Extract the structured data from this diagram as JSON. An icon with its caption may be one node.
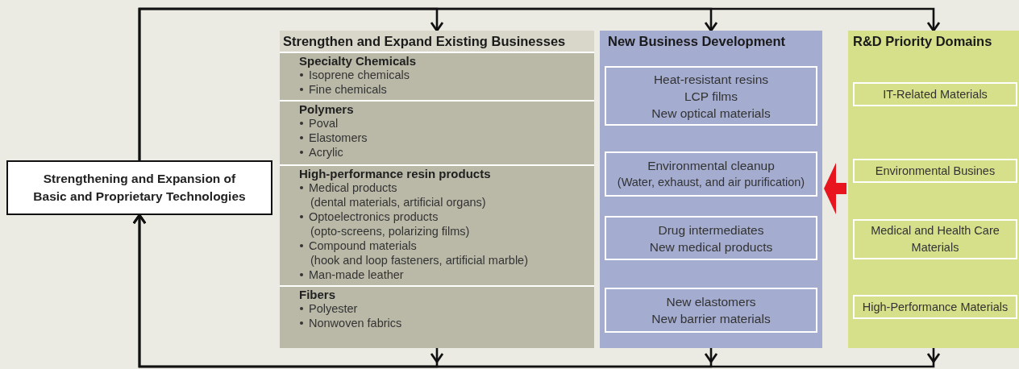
{
  "diagram": {
    "nodes": [
      {
        "text": [
          "Strengthening and Expansion of Basic and Proprietary Technologies"
        ]
      },
      {
        "text": [
          "Strengthen and Expand Existing Businesses"
        ]
      },
      {
        "text": [
          "Specialty Chemicals",
          "Isoprene chemicals",
          "Fine chemicals"
        ],
        "in": 1
      },
      {
        "text": [
          "Polymers",
          "Poval",
          "Elastomers",
          "Acrylic"
        ],
        "in": 1
      },
      {
        "text": [
          "High-performance resin products",
          "Medical products",
          "(dental materials, artificial organs)",
          "Optoelectronics products",
          "(opto-screens, polarizing films)",
          "Compound materials",
          "(hook and loop fasteners, artificial marble)",
          "Man-made leather"
        ],
        "in": 1
      },
      {
        "text": [
          "Fibers",
          "Polyester",
          "Nonwoven fabrics"
        ],
        "in": 1
      },
      {
        "text": [
          "New Business Development"
        ]
      },
      {
        "text": [
          "Heat-resistant resins",
          "LCP films",
          "New optical materials"
        ],
        "in": 6
      },
      {
        "text": [
          "Environmental cleanup",
          "(Water, exhaust, and air purification)"
        ],
        "in": 6
      },
      {
        "text": [
          "Drug intermediates",
          "New medical products"
        ],
        "in": 6
      },
      {
        "text": [
          "New elastomers",
          "New barrier materials"
        ],
        "in": 6
      },
      {
        "text": [
          "R&D Priority Domains"
        ]
      },
      {
        "text": [
          "IT-Related Materials"
        ],
        "in": 11
      },
      {
        "text": [
          "Environmental Busines"
        ],
        "in": 11
      },
      {
        "text": [
          "Medical and Health Care Materials"
        ],
        "in": 11
      },
      {
        "text": [
          "High-Performance Materials"
        ],
        "in": 11
      }
    ],
    "edges": [
      {
        "from": 0,
        "to": 1,
        "arrow": "to"
      },
      {
        "from": 0,
        "to": 6,
        "arrow": "to"
      },
      {
        "from": 0,
        "to": 11,
        "arrow": "to"
      },
      {
        "from": 1,
        "to": 0,
        "arrow": "to"
      },
      {
        "from": 6,
        "to": 0,
        "arrow": "to"
      },
      {
        "from": 11,
        "to": 0,
        "arrow": "to"
      },
      {
        "from": 11,
        "to": 6,
        "arrow": "to",
        "style": "thick",
        "color": "#e8141e"
      }
    ]
  }
}
